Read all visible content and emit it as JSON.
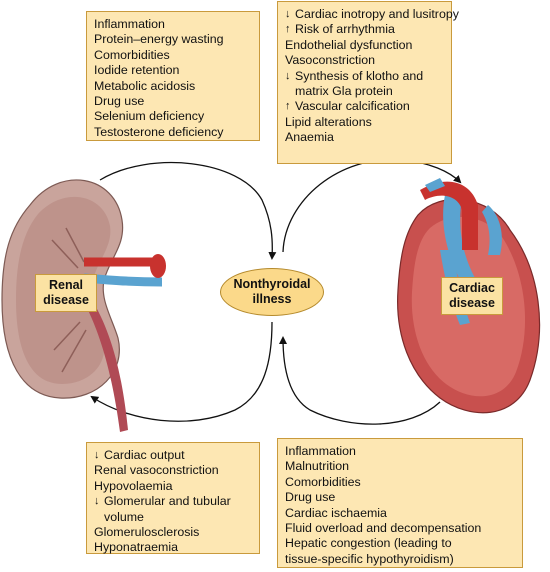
{
  "center": {
    "line1": "Nonthyroidal",
    "line2": "illness"
  },
  "renal_label": {
    "line1": "Renal",
    "line2": "disease"
  },
  "cardiac_label": {
    "line1": "Cardiac",
    "line2": "disease"
  },
  "top_left": [
    "Inflammation",
    "Protein–energy wasting",
    "Comorbidities",
    "Iodide retention",
    "Metabolic acidosis",
    "Drug use",
    "Selenium deficiency",
    "Testosterone deficiency"
  ],
  "top_right": {
    "l1_arrow": "↓",
    "l1": "Cardiac inotropy and lusitropy",
    "l2_arrow": "↑",
    "l2": "Risk of arrhythmia",
    "l3": "Endothelial dysfunction",
    "l4": "Vasoconstriction",
    "l5_arrow": "↓",
    "l5": "Synthesis of klotho and",
    "l6": "matrix Gla protein",
    "l7_arrow": "↑",
    "l7": "Vascular calcification",
    "l8": "Lipid alterations",
    "l9": "Anaemia"
  },
  "bottom_left": {
    "l1_arrow": "↓",
    "l1": "Cardiac output",
    "l2": "Renal vasoconstriction",
    "l3": "Hypovolaemia",
    "l4_arrow": "↓",
    "l4": "Glomerular and tubular",
    "l5": "volume",
    "l6": "Glomerulosclerosis",
    "l7": "Hyponatraemia"
  },
  "bottom_right": [
    "Inflammation",
    "Malnutrition",
    "Comorbidities",
    "Drug use",
    "Cardiac ischaemia",
    "Fluid overload and decompensation",
    "Hepatic congestion (leading to",
    "tissue-specific hypothyroidism)"
  ],
  "colors": {
    "box_fill": "#fde7b3",
    "box_border": "#c99a3c",
    "oval_fill": "#fbd98a",
    "kidney_fill": "#c9a49c",
    "heart_fill": "#c8504e",
    "artery_red": "#c8322e",
    "vein_blue": "#5aa3d0"
  }
}
